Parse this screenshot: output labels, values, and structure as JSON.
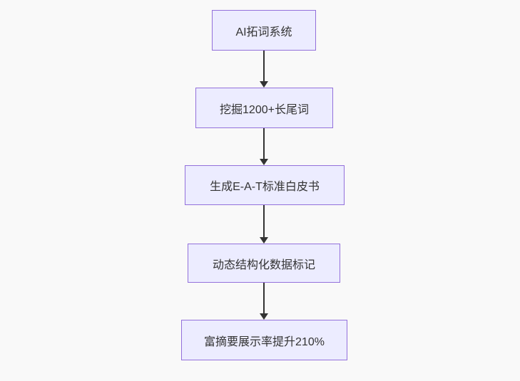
{
  "flowchart": {
    "nodes": [
      {
        "label": "AI拓词系统"
      },
      {
        "label": "挖掘1200+长尾词"
      },
      {
        "label": "生成E-A-T标准白皮书"
      },
      {
        "label": "动态结构化数据标记"
      },
      {
        "label": "富摘要展示率提升210%"
      }
    ],
    "colors": {
      "background": "#f9f9f9",
      "node_fill": "#ECECFF",
      "node_border": "#9370DB",
      "arrow": "#333333",
      "text": "#333333"
    }
  }
}
